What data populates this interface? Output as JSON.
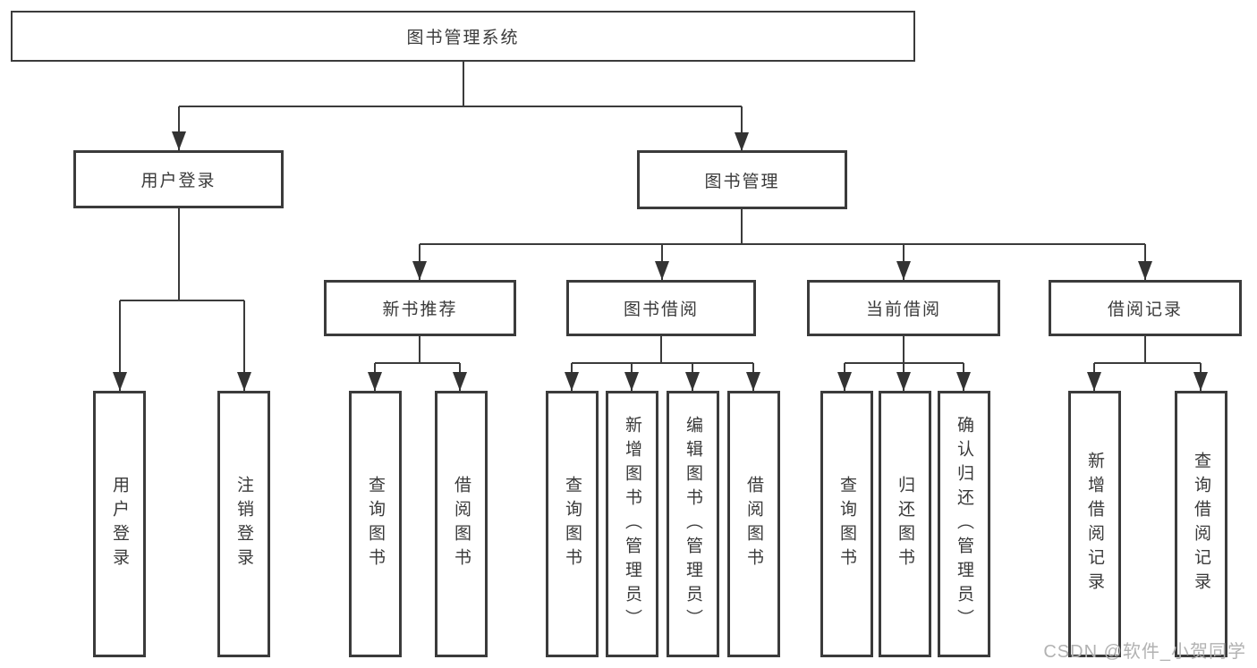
{
  "diagram_title": "图书管理系统",
  "watermark": "CSDN @软件_小贺同学",
  "colors": {
    "line": "#3b3b3b",
    "box_border": "#3b3b3b",
    "text": "#3a3a3a",
    "background": "#ffffff",
    "watermark": "#b2b2b2"
  },
  "nodes": {
    "root": "图书管理系统",
    "user_login": "用户登录",
    "book_mgmt": "图书管理",
    "new_book_rec": "新书推荐",
    "book_borrow": "图书借阅",
    "current_borrow": "当前借阅",
    "borrow_records": "借阅记录",
    "leaf_user_login": "用户登录",
    "leaf_logout": "注销登录",
    "rec_query_book": "查询图书",
    "rec_borrow_book": "借阅图书",
    "bb_query_book": "查询图书",
    "bb_add_book": "新增图书（管理员）",
    "bb_edit_book": "编辑图书（管理员）",
    "bb_borrow_book": "借阅图书",
    "cb_query_book": "查询图书",
    "cb_return_book": "归还图书",
    "cb_confirm_return": "确认归还（管理员）",
    "br_add_record": "新增借阅记录",
    "br_query_record": "查询借阅记录"
  },
  "hierarchy": {
    "图书管理系统": {
      "用户登录": [
        "用户登录",
        "注销登录"
      ],
      "图书管理": {
        "新书推荐": [
          "查询图书",
          "借阅图书"
        ],
        "图书借阅": [
          "查询图书",
          "新增图书（管理员）",
          "编辑图书（管理员）",
          "借阅图书"
        ],
        "当前借阅": [
          "查询图书",
          "归还图书",
          "确认归还（管理员）"
        ],
        "借阅记录": [
          "新增借阅记录",
          "查询借阅记录"
        ]
      }
    }
  }
}
